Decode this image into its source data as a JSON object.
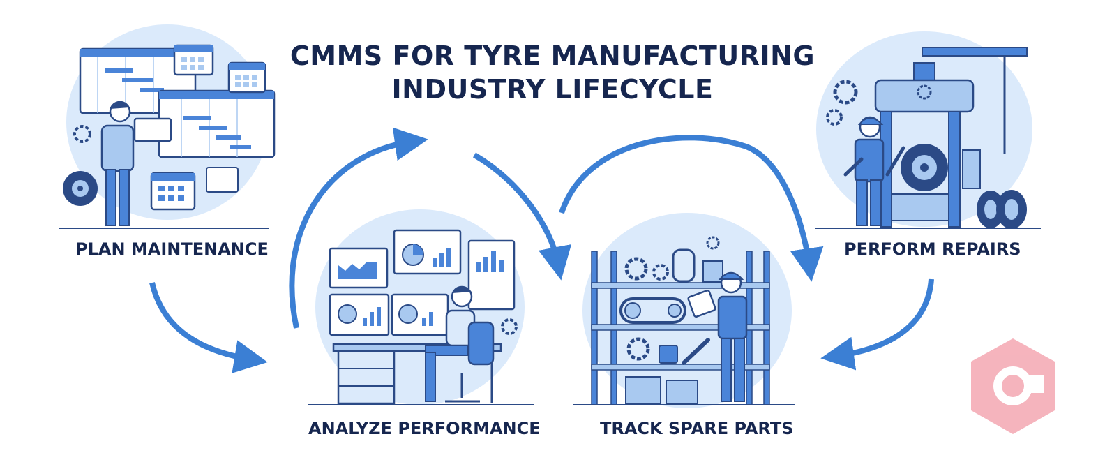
{
  "title": {
    "line1": "CMMS FOR TYRE MANUFACTURING",
    "line2": "INDUSTRY LIFECYCLE"
  },
  "stages": [
    {
      "id": "plan",
      "label": "PLAN MAINTENANCE",
      "icon": "gantt-calendar-planning-icon"
    },
    {
      "id": "analyze",
      "label": "ANALYZE PERFORMANCE",
      "icon": "dashboard-analytics-icon"
    },
    {
      "id": "track",
      "label": "TRACK SPARE PARTS",
      "icon": "spare-parts-shelf-icon"
    },
    {
      "id": "repair",
      "label": "PERFORM REPAIRS",
      "icon": "tyre-press-repair-icon"
    }
  ],
  "colors": {
    "title": "#16264f",
    "arrow": "#3b7fd4",
    "outline": "#2b4a86",
    "fill_light": "#dbeafb",
    "fill_mid": "#a9c9f0",
    "fill_blue": "#4a84d8",
    "watermark": "#f4a7b2"
  }
}
